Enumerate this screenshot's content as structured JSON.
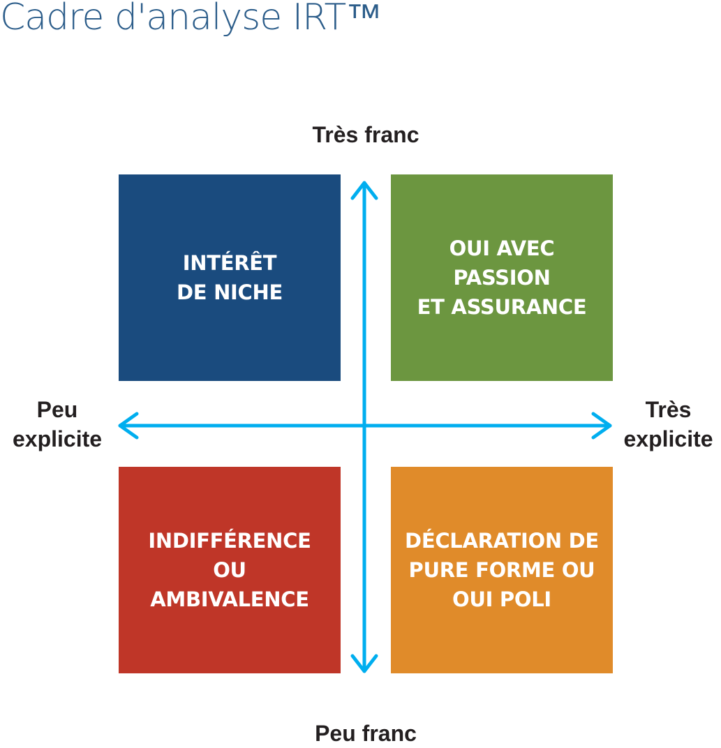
{
  "title": "Cadre d'analyse IRT™",
  "axes": {
    "top": "Très franc",
    "bottom": "Peu franc",
    "left": "Peu\nexplicite",
    "right": "Très\nexplicite",
    "color": "#00aeef"
  },
  "quadrants": {
    "top_left": {
      "label": "INTÉRÊT\nDE NICHE",
      "color": "#1a4b7e"
    },
    "top_right": {
      "label": "OUI AVEC\nPASSION\nET ASSURANCE",
      "color": "#6c9640"
    },
    "bottom_left": {
      "label": "INDIFFÉRENCE\nOU\nAMBIVALENCE",
      "color": "#bf3628"
    },
    "bottom_right": {
      "label": "DÉCLARATION DE\nPURE FORME OU\nOUI POLI",
      "color": "#e08b2a"
    }
  }
}
